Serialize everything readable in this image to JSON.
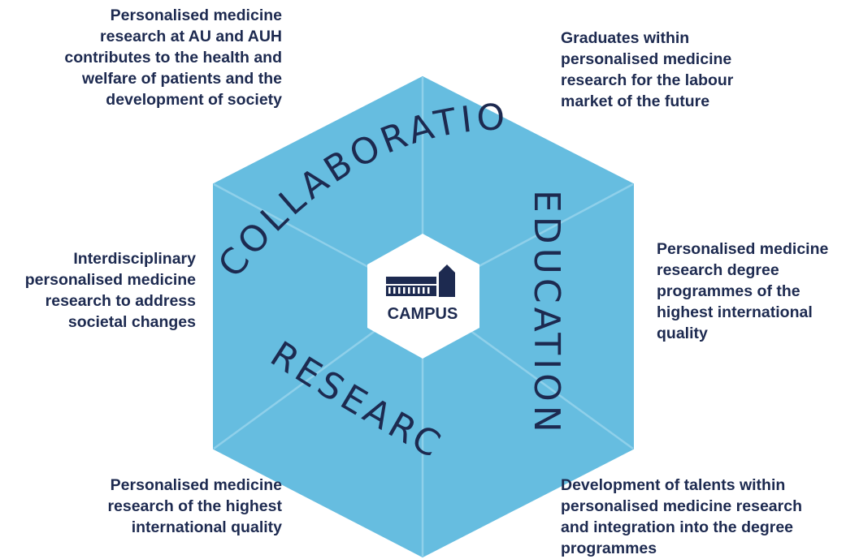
{
  "notes": {
    "top_left": "Personalised medicine\nresearch at AU and AUH\ncontributes to the health and\nwelfare of patients and the\ndevelopment of society",
    "top_right": "Graduates within\npersonalised medicine\nresearch for the labour\nmarket of the future",
    "middle_left": "Interdisciplinary\npersonalised medicine\nresearch to address\nsocietal changes",
    "middle_right": "Personalised medicine\nresearch degree\nprogrammes of the\nhighest international\nquality",
    "bottom_left": "Personalised medicine\nresearch of the highest\ninternational quality",
    "bottom_right": "Development of talents within\npersonalised medicine research\nand integration  into the degree\nprogrammes"
  },
  "hexagon": {
    "labels": {
      "collaboration": "COLLABORATION",
      "education": "EDUCATION",
      "research": "RESEARCH"
    },
    "center_logo_text": "CAMPUS"
  },
  "colors": {
    "hexagon_fill": "#66bde0",
    "hexagon_edge": "#8fd0ea",
    "center_fill": "#ffffff",
    "text_navy": "#1d2a50"
  },
  "icons": {
    "center_logo": "campus-building-icon"
  }
}
